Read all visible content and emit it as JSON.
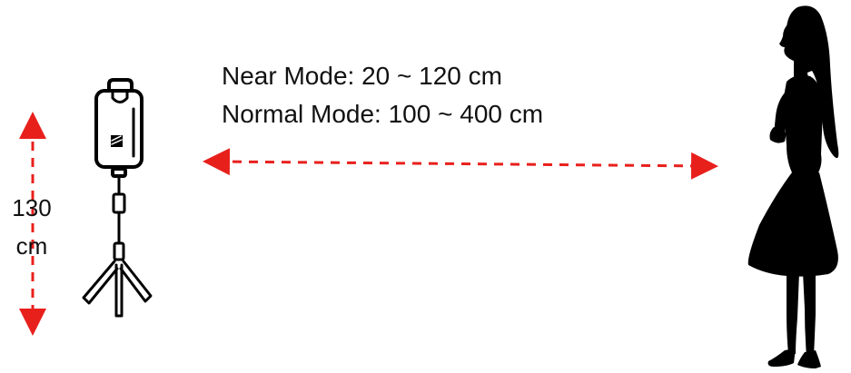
{
  "modes": {
    "near": "Near Mode: 20 ~ 120 cm",
    "normal": "Normal Mode: 100 ~ 400 cm"
  },
  "camera_height": {
    "value": "130",
    "unit": "cm"
  },
  "colors": {
    "arrow": "#e8201c",
    "ink": "#000000"
  },
  "icons": {
    "device": "camera-on-tripod-icon",
    "person": "woman-silhouette-icon"
  }
}
